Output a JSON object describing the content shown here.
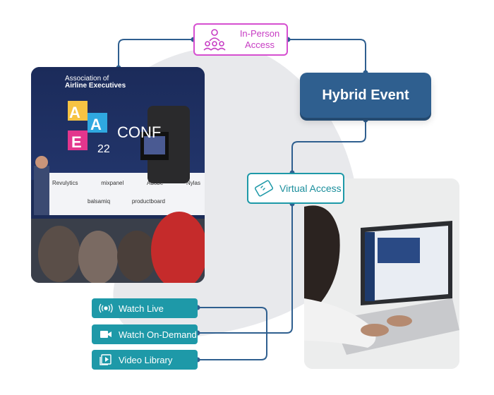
{
  "diagram": {
    "center": {
      "label": "Hybrid Event",
      "color": "#2f5f8f"
    },
    "in_person": {
      "label_line1": "In-Person",
      "label_line2": "Access",
      "icon": "people-group-icon",
      "color": "#c73cc3"
    },
    "virtual": {
      "label": "Virtual Access",
      "icon": "ticket-icon",
      "color": "#1e99a8"
    },
    "options": [
      {
        "label": "Watch Live",
        "icon": "broadcast-icon"
      },
      {
        "label": "Watch On-Demand",
        "icon": "video-camera-icon"
      },
      {
        "label": "Video Library",
        "icon": "play-library-icon"
      }
    ]
  },
  "conference_photo": {
    "org_line1": "Association of",
    "org_line2": "Airline Executives",
    "letters": [
      "A",
      "A",
      "E"
    ],
    "year": "22",
    "banner_word": "CONF",
    "sponsors_row1": [
      "Revulytics",
      "mixpanel",
      "Adobe",
      "Nylas"
    ],
    "sponsors_row2": [
      "balsamiq",
      "productboard"
    ]
  }
}
